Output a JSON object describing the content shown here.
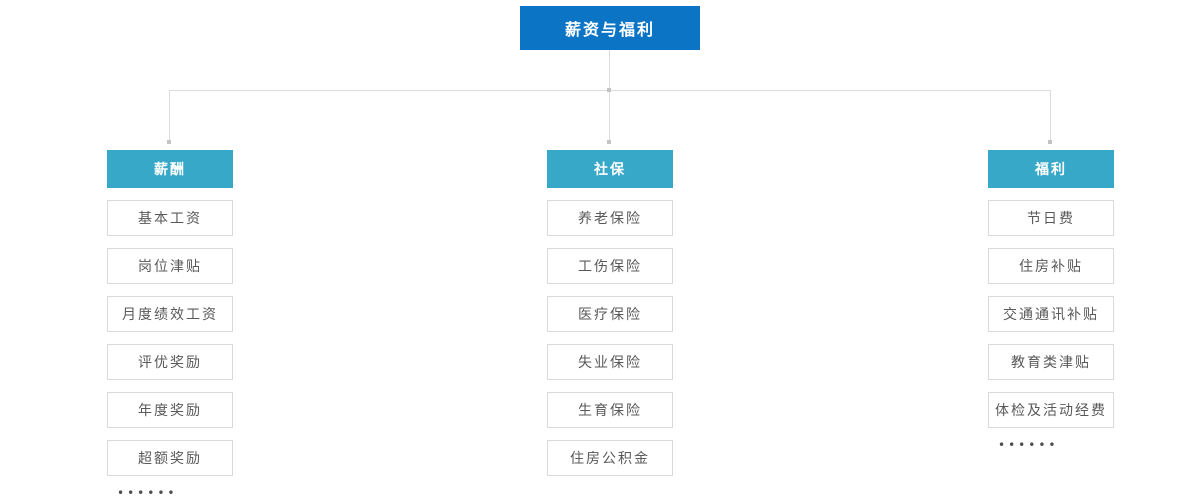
{
  "root": {
    "label": "薪资与福利"
  },
  "columns": [
    {
      "header": "薪酬",
      "items": [
        "基本工资",
        "岗位津贴",
        "月度绩效工资",
        "评优奖励",
        "年度奖励",
        "超额奖励"
      ],
      "ellipsis": "••••••"
    },
    {
      "header": "社保",
      "items": [
        "养老保险",
        "工伤保险",
        "医疗保险",
        "失业保险",
        "生育保险",
        "住房公积金"
      ]
    },
    {
      "header": "福利",
      "items": [
        "节日费",
        "住房补贴",
        "交通通讯补贴",
        "教育类津贴",
        "体检及活动经费"
      ],
      "ellipsis": "••••••"
    }
  ],
  "colors": {
    "root_bg": "#0b74c5",
    "header_bg": "#38a8c9",
    "item_border": "#d9d9d9",
    "item_text": "#595959",
    "connector_line": "#dcdcdc"
  }
}
